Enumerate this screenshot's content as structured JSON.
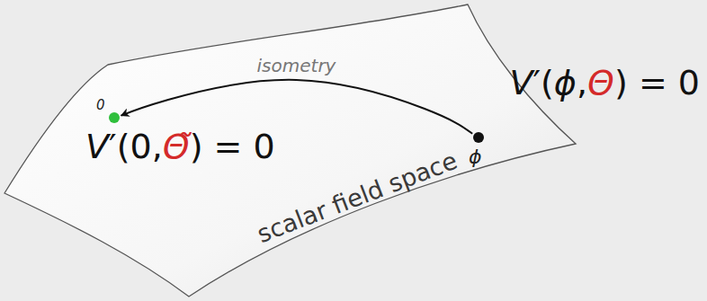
{
  "diagram": {
    "nodes": [
      {
        "text": [
          "ϕ"
        ]
      },
      {
        "text": [
          "0"
        ]
      }
    ],
    "edges": [
      {
        "from": 0,
        "to": 1,
        "arrow": "to",
        "label": "isometry"
      }
    ],
    "labels": [
      "V′(ϕ,Θ) = 0",
      "V′(0,Θ̃) = 0",
      "scalar field space"
    ]
  }
}
